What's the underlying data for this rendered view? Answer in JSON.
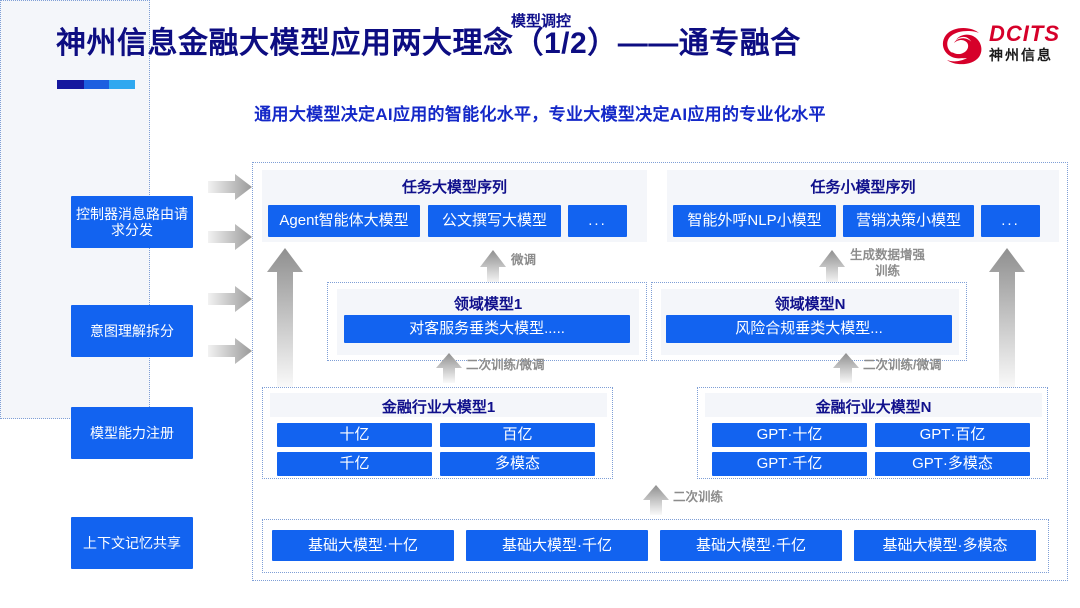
{
  "header": {
    "title": "神州信息金融大模型应用两大理念（1/2）——通专融合",
    "subtitle": "通用大模型决定AI应用的智能化水平，专业大模型决定AI应用的专业化水平",
    "logo_text": "DCITS",
    "logo_cn": "神州信息",
    "accent_title": "#0d0d82",
    "accent_subtitle": "#1428c8",
    "accent_blue": "#1263f0",
    "accent_logo_red": "#d6002a"
  },
  "sidebar": {
    "title": "模型调控",
    "items": [
      {
        "label": "控制器消息路由请求分发"
      },
      {
        "label": "意图理解拆分"
      },
      {
        "label": "模型能力注册"
      },
      {
        "label": "上下文记忆共享"
      }
    ]
  },
  "task_sequences": [
    {
      "title": "任务大模型序列",
      "items": [
        "Agent智能体大模型",
        "公文撰写大模型",
        "..."
      ]
    },
    {
      "title": "任务小模型序列",
      "items": [
        "智能外呼NLP小模型",
        "营销决策小模型",
        "..."
      ]
    }
  ],
  "domain_models": [
    {
      "title": "领域模型1",
      "item": "对客服务垂类大模型....."
    },
    {
      "title": "领域模型N",
      "item": "风险合规垂类大模型..."
    }
  ],
  "industry_models": [
    {
      "title": "金融行业大模型1",
      "items": [
        "十亿",
        "百亿",
        "千亿",
        "多模态"
      ]
    },
    {
      "title": "金融行业大模型N",
      "items": [
        "GPT·十亿",
        "GPT·百亿",
        "GPT·千亿",
        "GPT·多模态"
      ]
    }
  ],
  "foundation_models": [
    "基础大模型·十亿",
    "基础大模型·千亿",
    "基础大模型·千亿",
    "基础大模型·多模态"
  ],
  "arrow_labels": {
    "finetune": "微调",
    "data_augment": "生成数据增强\n训练",
    "data_augment_line1": "生成数据增强",
    "data_augment_line2": "训练",
    "retrain_finetune_left": "二次训练/微调",
    "retrain_finetune_right": "二次训练/微调",
    "retrain": "二次训练"
  }
}
